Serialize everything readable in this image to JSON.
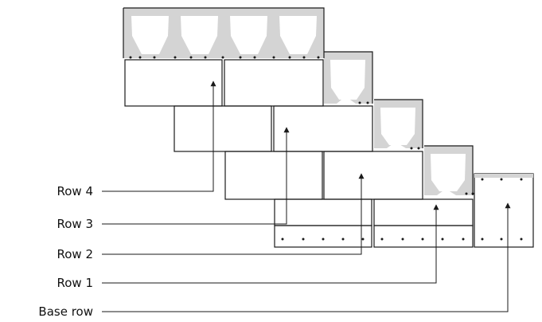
{
  "labels": {
    "row4": "Row 4",
    "row3": "Row 3",
    "row2": "Row 2",
    "row1": "Row 1",
    "base": "Base row"
  },
  "colors": {
    "stroke": "#1a1a1a",
    "fill_gray": "#d4d4d4",
    "background": "#ffffff"
  }
}
